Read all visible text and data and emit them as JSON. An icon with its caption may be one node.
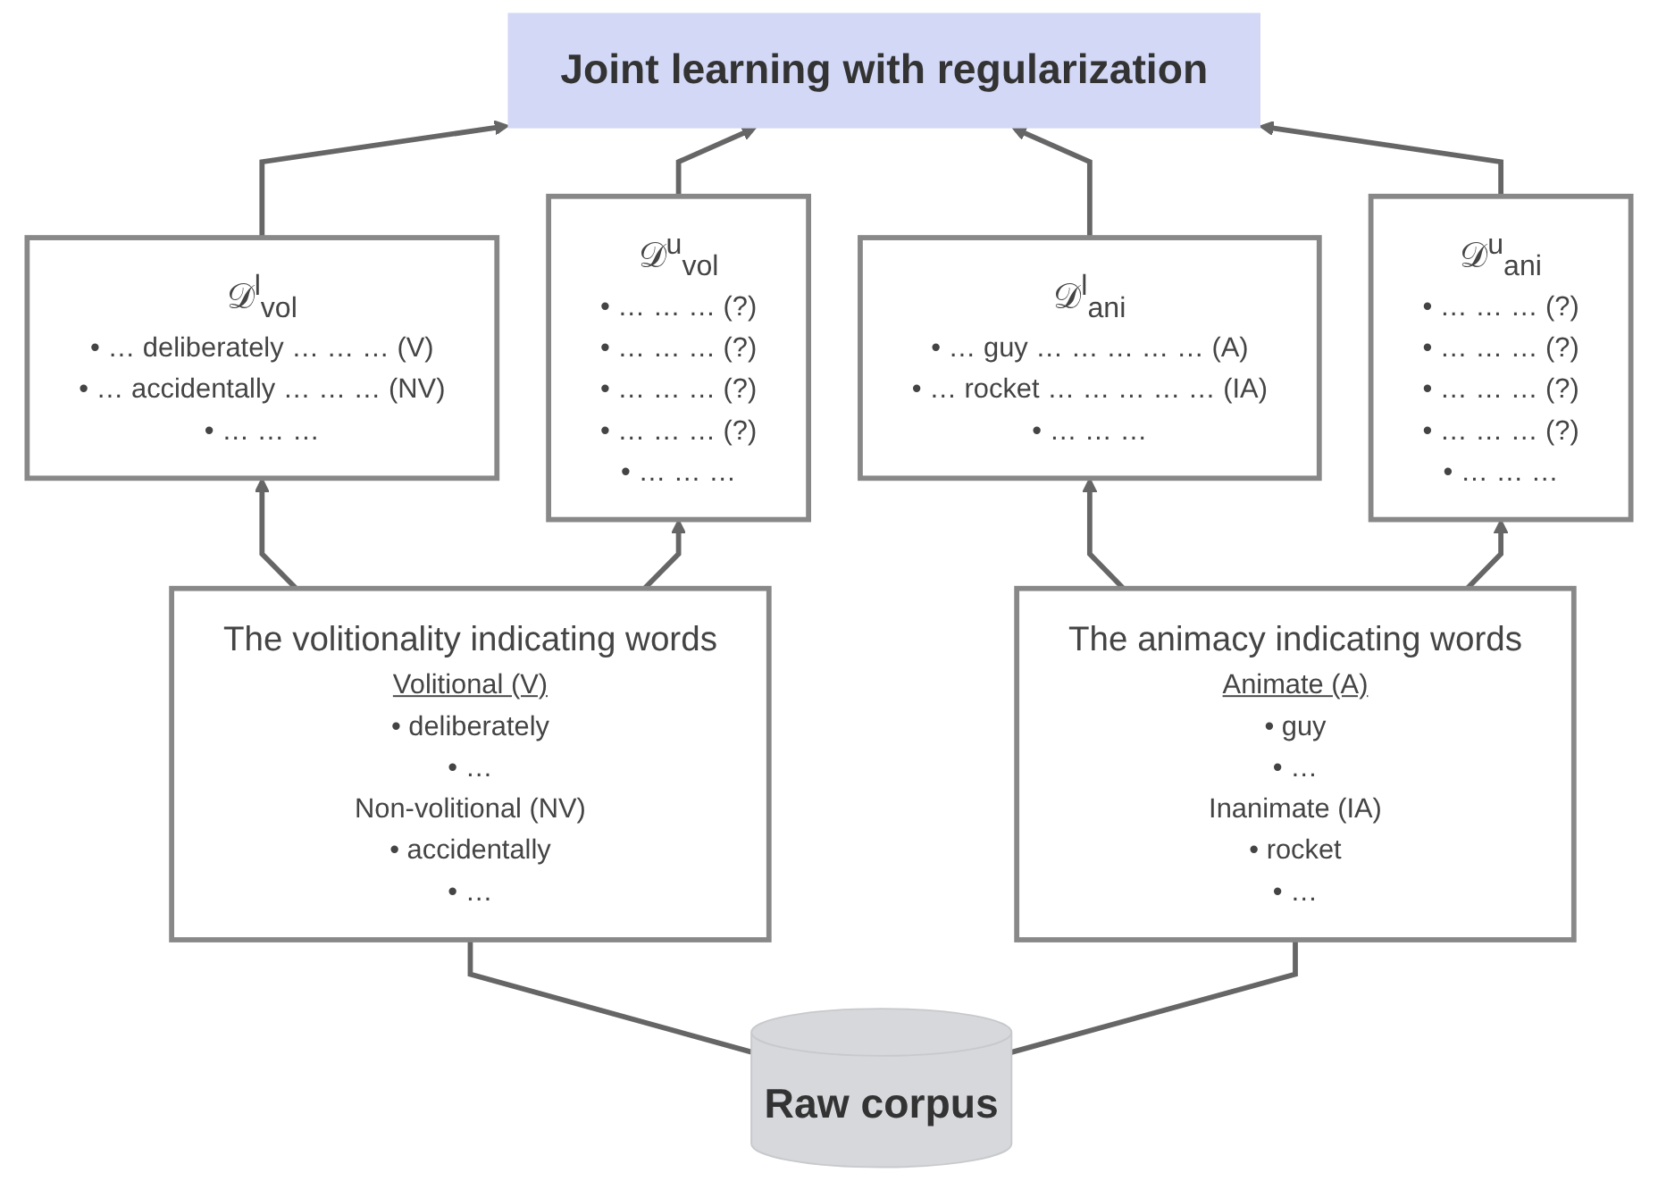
{
  "diagram": {
    "nodes": [
      {
        "text": [
          "Joint learning with regularization"
        ]
      },
      {
        "text": [
          "𝒟$^{l}$$_{vol}$",
          "• … deliberately … … … (V)",
          "• … accidentally … … … (NV)",
          "• … … …"
        ]
      },
      {
        "text": [
          "𝒟$^{u}$$_{vol}$",
          "• … … … (?)",
          "• … … … (?)",
          "• … … … (?)",
          "• … … … (?)",
          "• … … …"
        ]
      },
      {
        "text": [
          "𝒟$^{l}$$_{ani}$",
          "• … guy … … … … … (A)",
          "• … rocket … … … … … (IA)",
          "• … … …"
        ]
      },
      {
        "text": [
          "𝒟$^{u}$$_{ani}$",
          "• … … … (?)",
          "• … … … (?)",
          "• … … … (?)",
          "• … … … (?)",
          "• … … …"
        ]
      },
      {
        "text": [
          "The volitionality indicating words",
          "Volitional (V)",
          "• deliberately",
          "• …",
          "Non-volitional (NV)",
          "• accidentally",
          "• …"
        ]
      },
      {
        "text": [
          "The animacy indicating words",
          "Animate (A)",
          "• guy",
          "• …",
          "Inanimate (IA)",
          "• rocket",
          "• …"
        ]
      },
      {
        "text": [
          "Raw corpus"
        ]
      }
    ],
    "edges": [
      {
        "from": 7,
        "to": 5,
        "arrow": "none"
      },
      {
        "from": 7,
        "to": 6,
        "arrow": "none"
      },
      {
        "from": 5,
        "to": 1,
        "arrow": "to"
      },
      {
        "from": 5,
        "to": 2,
        "arrow": "to"
      },
      {
        "from": 6,
        "to": 3,
        "arrow": "to"
      },
      {
        "from": 6,
        "to": 4,
        "arrow": "to"
      },
      {
        "from": 1,
        "to": 0,
        "arrow": "to"
      },
      {
        "from": 2,
        "to": 0,
        "arrow": "to"
      },
      {
        "from": 3,
        "to": 0,
        "arrow": "to"
      },
      {
        "from": 4,
        "to": 0,
        "arrow": "to"
      }
    ]
  }
}
